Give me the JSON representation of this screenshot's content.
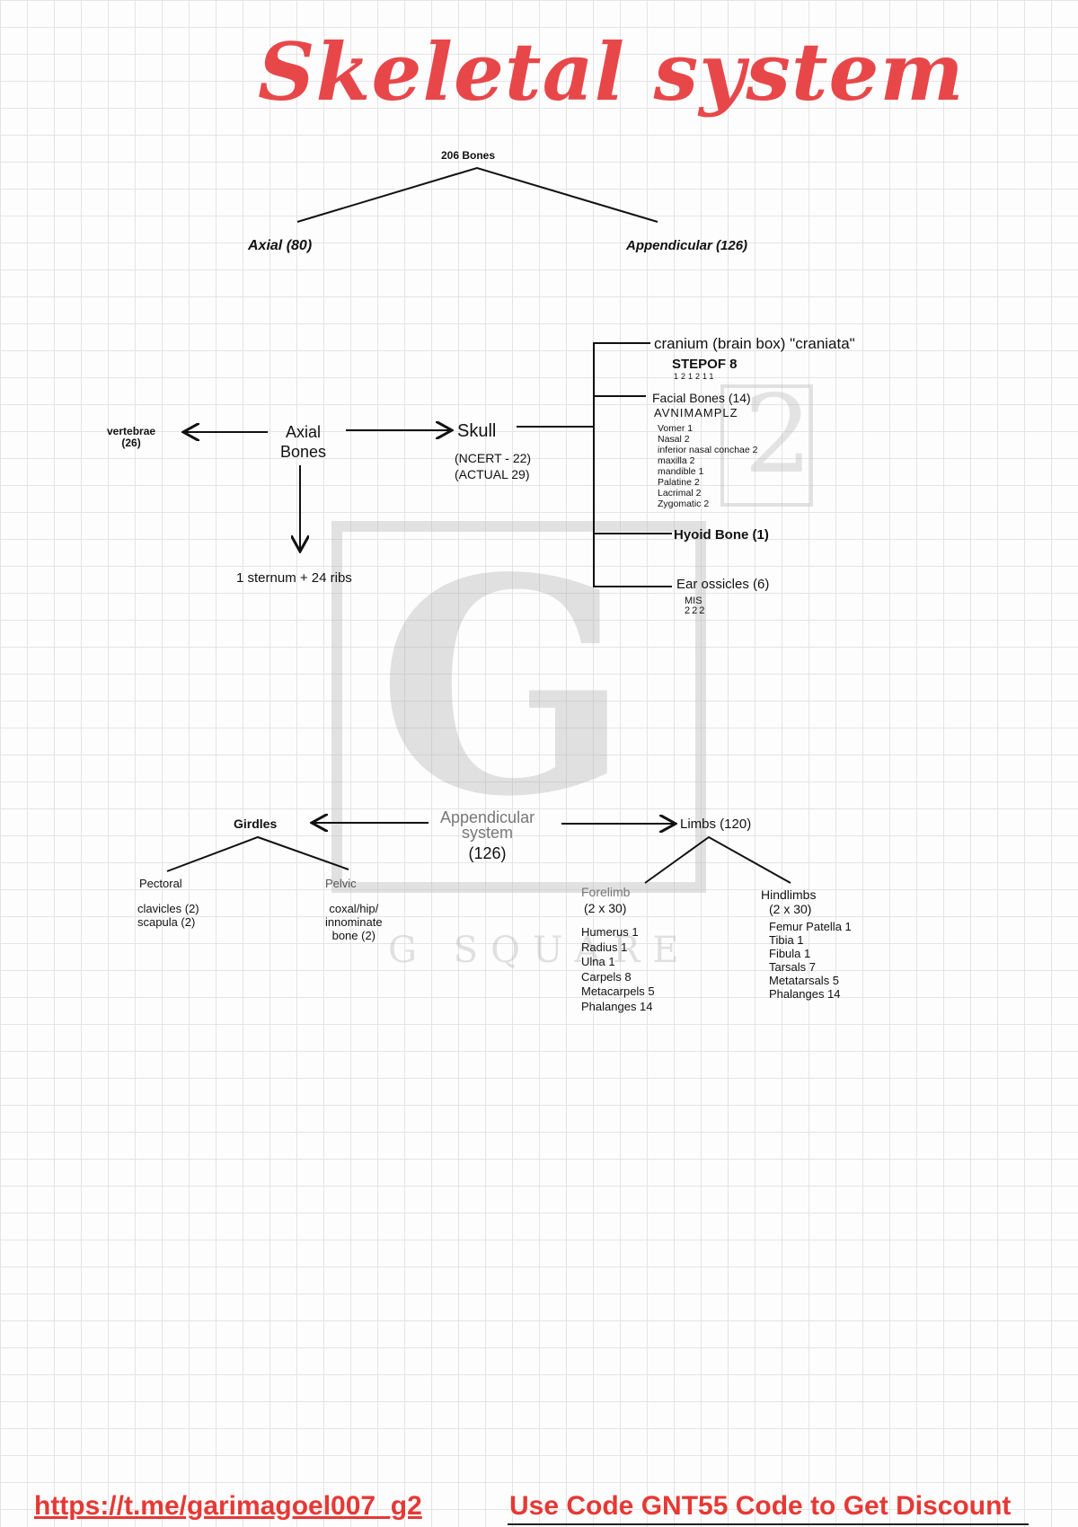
{
  "title": "Skeletal system",
  "root": {
    "label": "206 Bones",
    "axial": "Axial (80)",
    "appendicular": "Appendicular (126)"
  },
  "axial": {
    "label_line1": "Axial",
    "label_line2": "Bones",
    "vertebrae": "vertebrae",
    "vertebrae_count": "(26)",
    "sternum_ribs": "1 sternum + 24 ribs",
    "skull": "Skull",
    "skull_ncert": "(NCERT - 22)",
    "skull_actual": "(ACTUAL 29)",
    "cranium": "cranium (brain box) \"craniata\"",
    "cranium_mnemonic": "STEPOF 8",
    "cranium_counts": "121211",
    "facial": "Facial Bones (14)",
    "facial_mnemonic": "AVNIMAMPLZ",
    "facial_list": [
      "Vomer 1",
      "Nasal 2",
      "inferior nasal conchae 2",
      "maxilla 2",
      "mandible 1",
      "Palatine 2",
      "Lacrimal 2",
      "Zygomatic 2"
    ],
    "hyoid": "Hyoid Bone (1)",
    "ear": "Ear ossicles (6)",
    "ear_mnemonic": "MIS",
    "ear_counts": "222"
  },
  "appendicular": {
    "label_line1": "Appendicular",
    "label_line2": "system",
    "count": "(126)",
    "girdles": "Girdles",
    "pectoral": "Pectoral",
    "pectoral_list": [
      "clavicles (2)",
      "scapula (2)"
    ],
    "pelvic": "Pelvic",
    "pelvic_list": [
      "coxal/hip/",
      "innominate",
      "bone (2)"
    ],
    "limbs": "Limbs (120)",
    "forelimb": "Forelimb",
    "forelimb_count": "(2 x 30)",
    "forelimb_list": [
      "Humerus 1",
      "Radius 1",
      "Ulna 1",
      "Carpels 8",
      "Metacarpels 5",
      "Phalanges 14"
    ],
    "hindlimbs": "Hindlimbs",
    "hindlimbs_count": "(2 x 30)",
    "hindlimbs_list": [
      "Femur Patella 1",
      "Tibia 1",
      "Fibula 1",
      "Tarsals 7",
      "Metatarsals 5",
      "Phalanges 14"
    ]
  },
  "watermark": {
    "logo": "G2",
    "text": "G SQUARE"
  },
  "footer": {
    "link": "https://t.me/garimagoel007_g2",
    "promo": "Use Code GNT55 Code to Get Discount"
  },
  "colors": {
    "title": "#e8474a",
    "footer": "#e53935"
  }
}
